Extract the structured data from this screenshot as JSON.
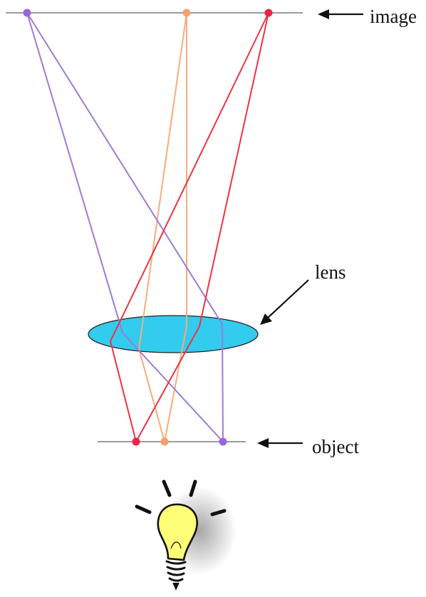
{
  "labels": {
    "image": "image",
    "lens": "lens",
    "object": "object"
  },
  "colors": {
    "plane_line": "#7a7a7a",
    "lens_fill": "#33ccee",
    "lens_stroke": "#222222",
    "ray_purple": "#a07ad6",
    "ray_orange": "#f7ac7a",
    "ray_red": "#ee3344",
    "dot_purple": "#9966dd",
    "dot_orange": "#f6a070",
    "dot_red": "#ee2244",
    "bulb_fill": "#ffff77",
    "ink": "#111111"
  },
  "icons": [
    "light-bulb-icon",
    "arrow-left-icon"
  ]
}
